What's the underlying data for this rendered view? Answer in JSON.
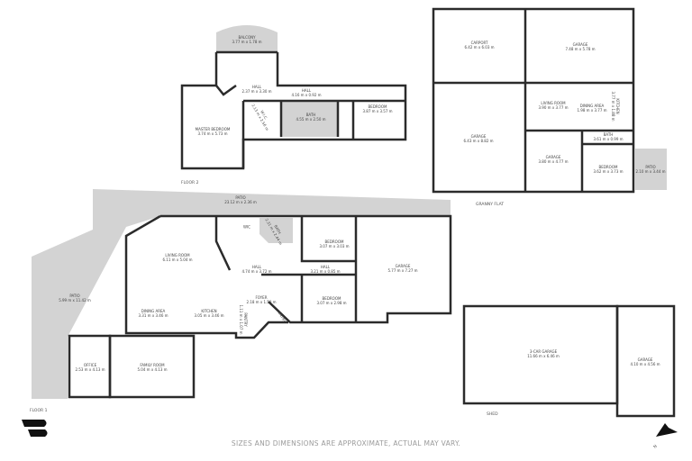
{
  "floor2": {
    "caption": "FLOOR 2",
    "rooms": [
      {
        "name": "BALCONY",
        "dims": "3.77 m x 1.78 m"
      },
      {
        "name": "HALL",
        "dims": "2.37 m x 3.30 m"
      },
      {
        "name": "HALL",
        "dims": "4.16 m x 0.92 m"
      },
      {
        "name": "BEDROOM",
        "dims": "3.87 m x 3.57 m"
      },
      {
        "name": "BATH",
        "dims": "4.55 m x 2.50 m"
      },
      {
        "name": "W.I.C.",
        "dims": "2.13 m x 2.56 m"
      },
      {
        "name": "MASTER BEDROOM",
        "dims": "3.74 m x 5.73 m"
      }
    ]
  },
  "granny_flat": {
    "caption": "GRANNY FLAT",
    "rooms": [
      {
        "name": "CARPORT",
        "dims": "6.42 m x 6.03 m"
      },
      {
        "name": "GARAGE",
        "dims": "7.48 m x 5.78 m"
      },
      {
        "name": "LIVING ROOM",
        "dims": "3.90 m x 3.77 m"
      },
      {
        "name": "DINING AREA",
        "dims": "1.98 m x 3.77 m"
      },
      {
        "name": "KITCHEN",
        "dims": "3.77 m x 1.88 m"
      },
      {
        "name": "GARAGE",
        "dims": "6.43 m x 8.82 m"
      },
      {
        "name": "BATH",
        "dims": "3.61 m x 0.99 m"
      },
      {
        "name": "GARAGE",
        "dims": "3.80 m x 4.77 m"
      },
      {
        "name": "BEDROOM",
        "dims": "3.62 m x 3.73 m"
      },
      {
        "name": "PATIO",
        "dims": "2.10 m x 3.44 m"
      }
    ]
  },
  "floor1": {
    "caption": "FLOOR 1",
    "rooms": [
      {
        "name": "PATIO",
        "dims": "23.12 m x 2.36 m"
      },
      {
        "name": "WIC",
        "dims": ""
      },
      {
        "name": "BATH",
        "dims": "2.31 m x 2.44 m"
      },
      {
        "name": "BEDROOM",
        "dims": "3.07 m x 3.03 m"
      },
      {
        "name": "LIVING ROOM",
        "dims": "6.11 m x 5.04 m"
      },
      {
        "name": "HALL",
        "dims": "4.74 m x 3.72 m"
      },
      {
        "name": "HALL",
        "dims": "3.21 m x 0.85 m"
      },
      {
        "name": "GARAGE",
        "dims": "5.77 m x 7.27 m"
      },
      {
        "name": "PATIO",
        "dims": "5.99 m x 11.42 m"
      },
      {
        "name": "FOYER",
        "dims": "2.18 m x 1.59 m"
      },
      {
        "name": "BEDROOM",
        "dims": "3.07 m x 2.98 m"
      },
      {
        "name": "DINING AREA",
        "dims": "3.31 m x 3.46 m"
      },
      {
        "name": "KITCHEN",
        "dims": "3.05 m x 3.46 m"
      },
      {
        "name": "PANTRY",
        "dims": "1.11 m x 1.07 m"
      },
      {
        "name": "ENTRY",
        "dims": ""
      },
      {
        "name": "OFFICE",
        "dims": "2.53 m x 4.13 m"
      },
      {
        "name": "FAMILY ROOM",
        "dims": "5.04 m x 4.13 m"
      }
    ]
  },
  "shed": {
    "caption": "SHED",
    "rooms": [
      {
        "name": "3-CAR GARAGE",
        "dims": "11.66 m x 6.46 m"
      },
      {
        "name": "GARAGE",
        "dims": "4.10 m x 4.56 m"
      }
    ]
  },
  "disclaimer": "SIZES AND DIMENSIONS ARE APPROXIMATE, ACTUAL MAY VARY.",
  "compass_label": "N",
  "colors": {
    "wall": "#2b2b2b",
    "patio": "#d3d3d3",
    "text": "#444444"
  },
  "icons": [
    "brand-logo-icon",
    "north-arrow-icon"
  ]
}
